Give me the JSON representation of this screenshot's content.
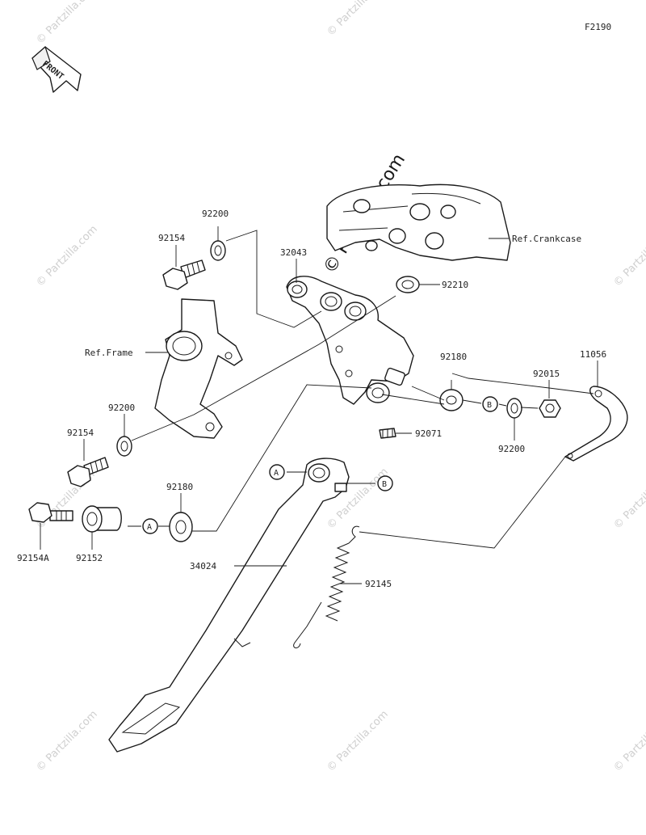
{
  "figure_code": "F2190",
  "front_label": "FRONT",
  "watermark": "© Partzilla.com",
  "parts": {
    "p92200_top": "92200",
    "p92154_top": "92154",
    "p32043": "32043",
    "p92210": "92210",
    "ref_crankcase": "Ref.Crankcase",
    "ref_frame": "Ref.Frame",
    "p92180_right": "92180",
    "p92015": "92015",
    "p11056": "11056",
    "p92200_mid": "92200",
    "p92154_mid": "92154",
    "p92071": "92071",
    "p92200_right": "92200",
    "p92180_left": "92180",
    "p92154A": "92154A",
    "p92152": "92152",
    "p34024": "34024",
    "p92145": "92145"
  },
  "markers": {
    "a": "A",
    "b": "B"
  }
}
